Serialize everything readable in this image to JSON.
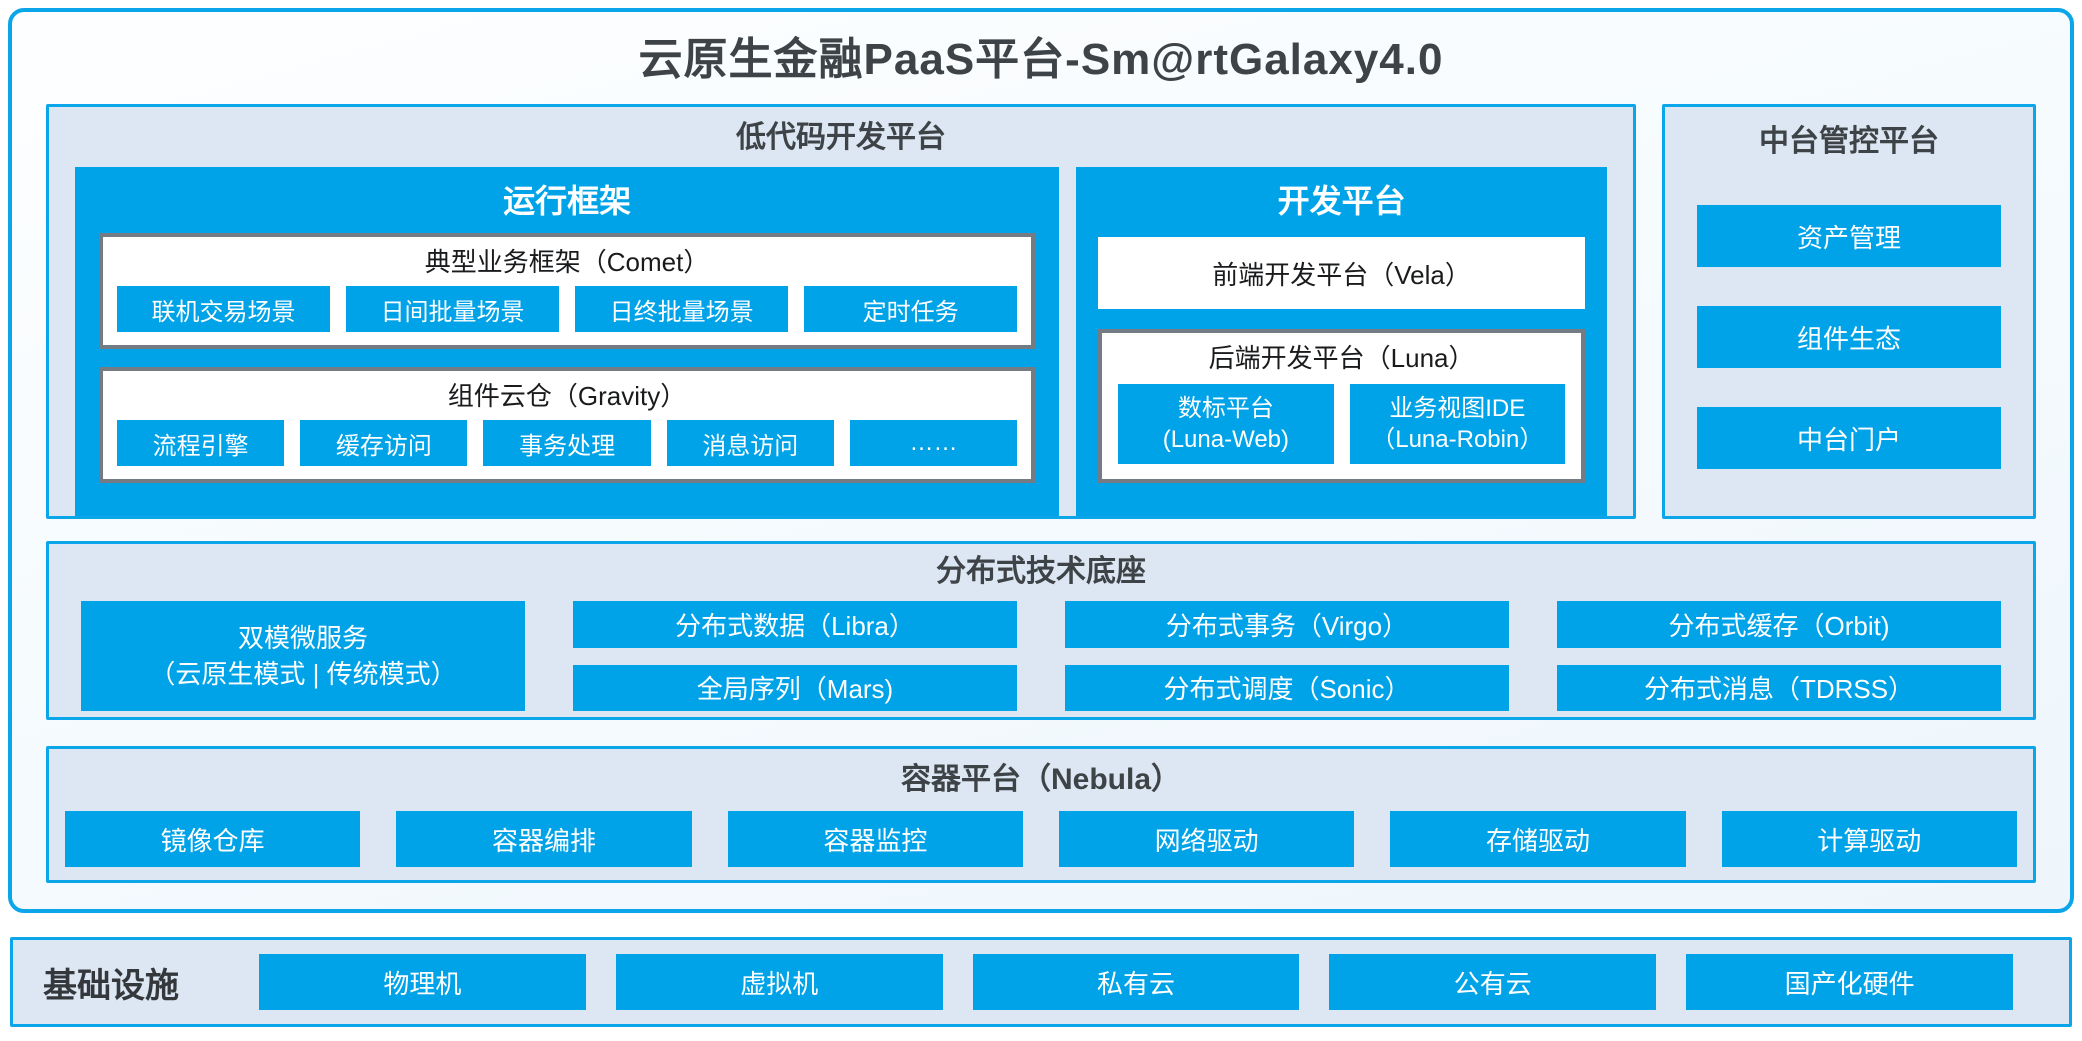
{
  "title": "云原生金融PaaS平台-Sm@rtGalaxy4.0",
  "colors": {
    "accent_blue": "#00a3e8",
    "frame_border_blue": "#0ba6ea",
    "panel_bg": "#dce7f3",
    "grey_box_border": "#757b82",
    "dark_text": "#3e4347",
    "white_text": "#ffffff"
  },
  "lowcode": {
    "title": "低代码开发平台",
    "runtime": {
      "title": "运行框架",
      "comet": {
        "title": "典型业务框架（Comet）",
        "items": [
          "联机交易场景",
          "日间批量场景",
          "日终批量场景",
          "定时任务"
        ]
      },
      "gravity": {
        "title": "组件云仓（Gravity）",
        "items": [
          "流程引擎",
          "缓存访问",
          "事务处理",
          "消息访问",
          "……"
        ]
      }
    },
    "dev": {
      "title": "开发平台",
      "vela": "前端开发平台（Vela）",
      "luna": {
        "title": "后端开发平台（Luna）",
        "items": [
          "数标平台\n(Luna-Web)",
          "业务视图IDE\n（Luna-Robin）"
        ]
      }
    }
  },
  "midplatform": {
    "title": "中台管控平台",
    "items": [
      "资产管理",
      "组件生态",
      "中台门户"
    ]
  },
  "distributed": {
    "title": "分布式技术底座",
    "dual_mode": "双模微服务\n（云原生模式 | 传统模式）",
    "cells": [
      [
        "分布式数据（Libra）",
        "全局序列（Mars)"
      ],
      [
        "分布式事务（Virgo）",
        "分布式调度（Sonic）"
      ],
      [
        "分布式缓存（Orbit)",
        "分布式消息（TDRSS）"
      ]
    ]
  },
  "container_platform": {
    "title": "容器平台（Nebula）",
    "items": [
      "镜像仓库",
      "容器编排",
      "容器监控",
      "网络驱动",
      "存储驱动",
      "计算驱动"
    ]
  },
  "infrastructure": {
    "title": "基础设施",
    "items": [
      "物理机",
      "虚拟机",
      "私有云",
      "公有云",
      "国产化硬件"
    ]
  }
}
